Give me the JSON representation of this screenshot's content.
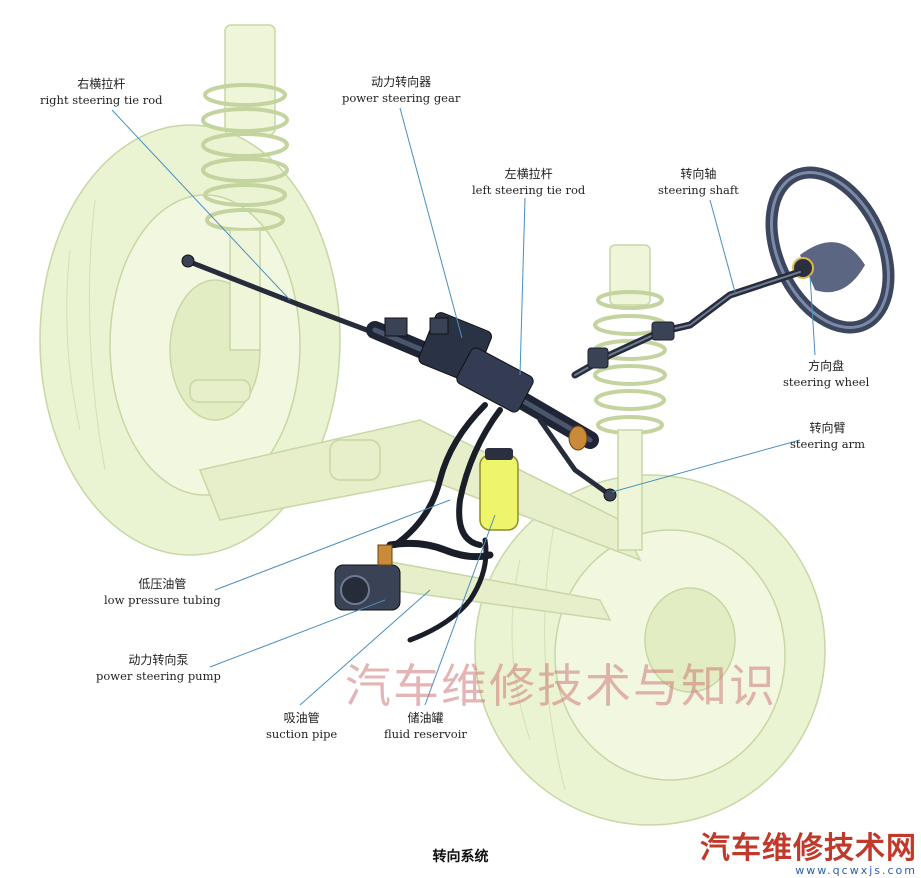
{
  "labels": {
    "right_tie_rod": {
      "zh": "右横拉杆",
      "en": "right steering tie rod"
    },
    "power_steering_gear": {
      "zh": "动力转向器",
      "en": "power steering gear"
    },
    "left_tie_rod": {
      "zh": "左横拉杆",
      "en": "left steering tie rod"
    },
    "steering_shaft": {
      "zh": "转向轴",
      "en": "steering shaft"
    },
    "steering_wheel": {
      "zh": "方向盘",
      "en": "steering wheel"
    },
    "steering_arm": {
      "zh": "转向臂",
      "en": "steering arm"
    },
    "low_pressure_tubing": {
      "zh": "低压油管",
      "en": "low pressure tubing"
    },
    "power_steering_pump": {
      "zh": "动力转向泵",
      "en": "power steering pump"
    },
    "suction_pipe": {
      "zh": "吸油管",
      "en": "suction pipe"
    },
    "fluid_reservoir": {
      "zh": "储油罐",
      "en": "fluid reservoir"
    }
  },
  "caption": "转向系统",
  "watermark": "汽车维修技术与知识",
  "site_logo": {
    "name": "汽车维修技术网",
    "url": "www.qcwxjs.com"
  },
  "colors": {
    "chassis": "#e9f2cf",
    "chassis_line": "#c6d6a3",
    "steel": "#2a3040",
    "leader": "#4a8fbf",
    "reservoir": "#eef56a"
  }
}
